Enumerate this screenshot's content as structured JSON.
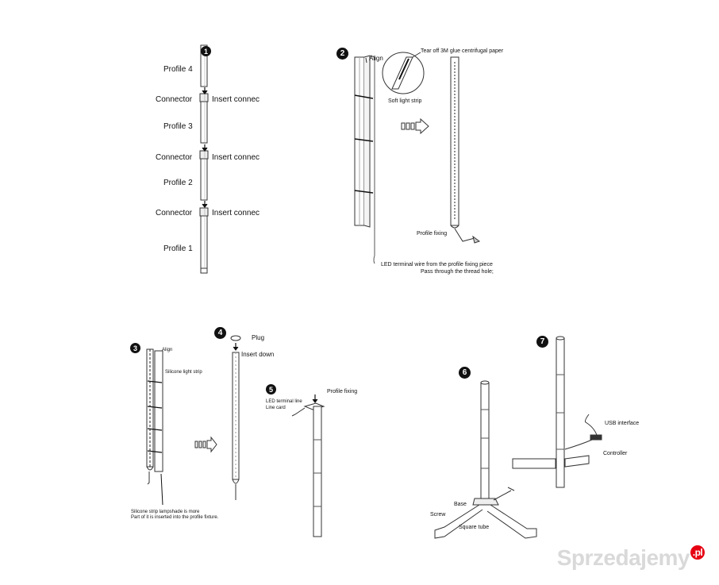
{
  "steps": [
    "1",
    "2",
    "3",
    "4",
    "5",
    "6",
    "7"
  ],
  "step1": {
    "profile4": "Profile 4",
    "connector_a": "Connector",
    "insert_a": "Insert connec",
    "profile3": "Profile 3",
    "connector_b": "Connector",
    "insert_b": "Insert connec",
    "profile2": "Profile 2",
    "connector_c": "Connector",
    "insert_c": "Insert connec",
    "profile1": "Profile 1"
  },
  "step2": {
    "align": "Align",
    "tear_off": "Tear off 3M glue centrifugal paper",
    "soft_strip": "Soft light strip",
    "profile_fixing": "Profile fixing",
    "led_wire": "LED terminal wire from the profile fixing piece",
    "thread_hole": "Pass through the thread hole;"
  },
  "step3": {
    "align": "Align",
    "silicone_strip": "Silicone light strip",
    "note_line1": "Silicone strip lampshade is more",
    "note_line2": "Part of it is inserted into the profile fixture."
  },
  "step4": {
    "plug": "Plug",
    "insert_down": "Insert down"
  },
  "step5": {
    "led_terminal": "LED terminal line",
    "line_card": "Line card",
    "profile_fixing": "Profile fixing"
  },
  "step6": {
    "base": "Base",
    "screw": "Screw",
    "square_tube": "Square tube"
  },
  "step7": {
    "usb": "USB interface",
    "controller": "Controller"
  },
  "watermark": {
    "text": "Sprzedajemy",
    "badge": ".pl"
  },
  "colors": {
    "line": "#333333",
    "arrow": "#111111",
    "watermark": "#d9d9d9",
    "badge": "#e60012"
  }
}
